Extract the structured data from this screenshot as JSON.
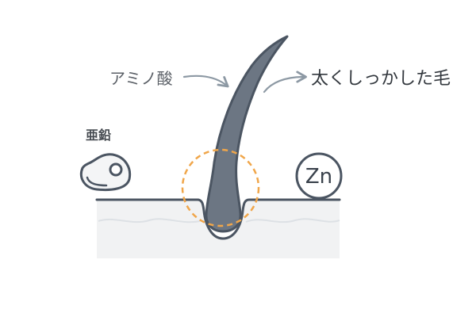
{
  "labels": {
    "amino_acid": "アミノ酸",
    "thick_hair": "太くしっかした毛",
    "zinc": "亜鉛",
    "zinc_symbol": "Zn"
  },
  "icons": {
    "hair": "hair-icon",
    "meat": "meat-icon",
    "zinc": "zinc-icon",
    "arrow_to_hair": "arrow-icon",
    "arrow_from_hair": "arrow-icon"
  },
  "colors": {
    "hair_fill": "#6c7683",
    "outline": "#4b5562",
    "highlight_circle": "#f0a64a",
    "skin": "#f1f2f3",
    "skin_wave": "#dde1e5",
    "arrow": "#8d99a4"
  }
}
